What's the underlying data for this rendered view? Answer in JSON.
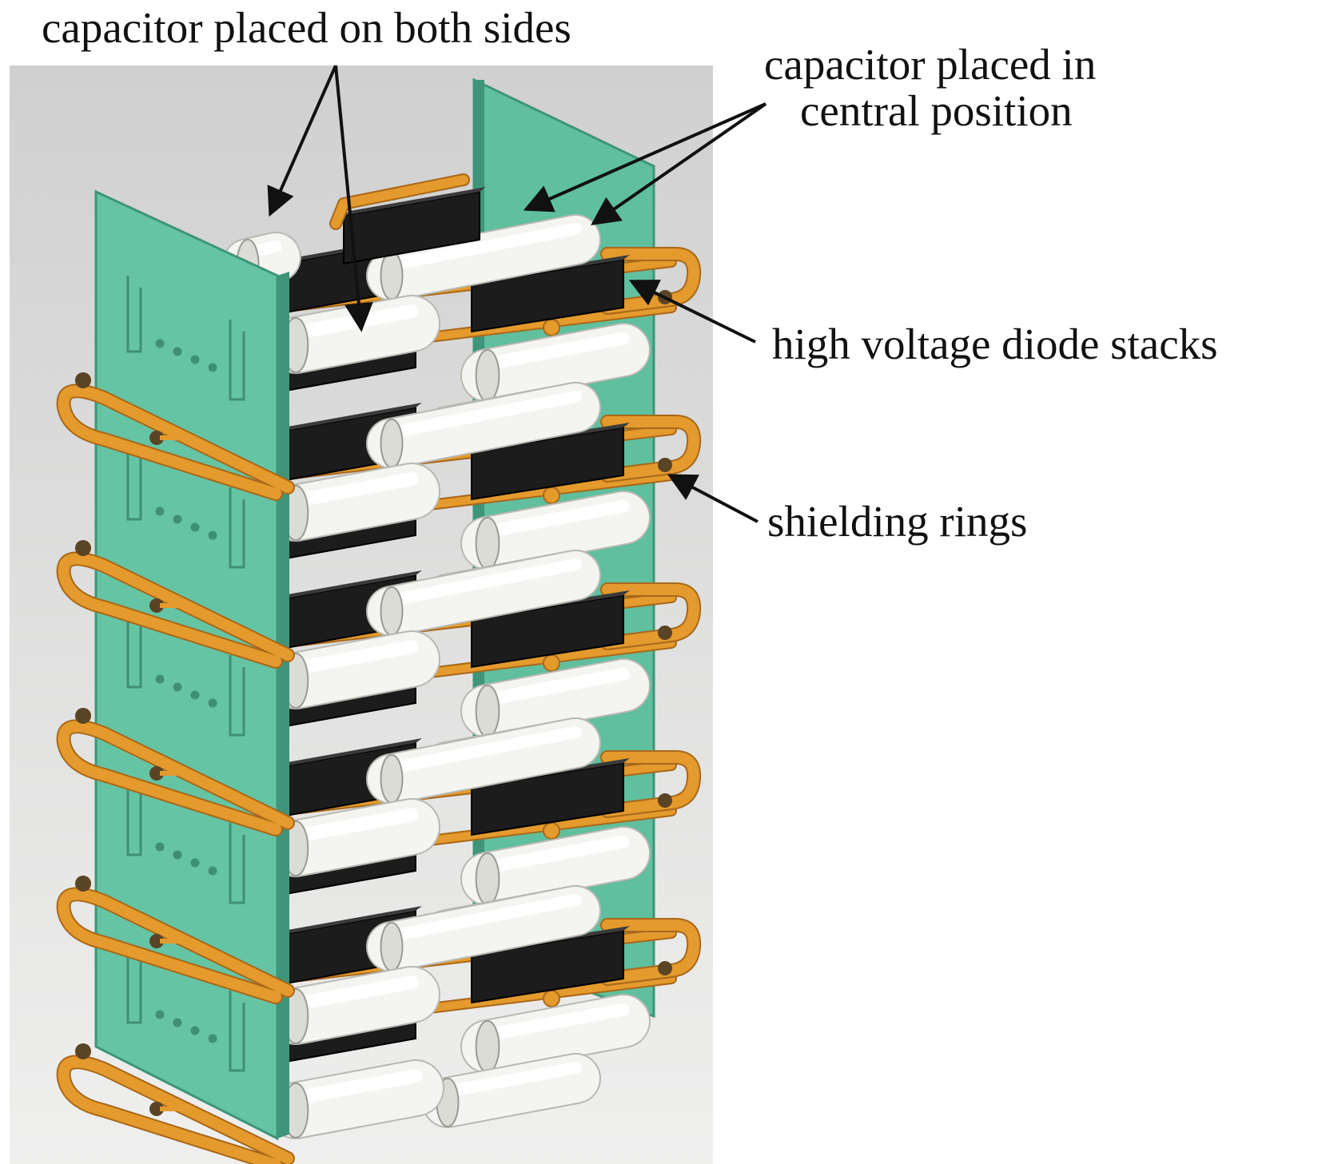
{
  "figure": {
    "labels": {
      "capacitor_both_sides": "capacitor placed on both sides",
      "capacitor_central_line1": "capacitor placed in",
      "capacitor_central_line2": "central position",
      "diode_stacks": "high voltage diode stacks",
      "shielding_rings": "shielding rings"
    },
    "colors": {
      "background": "#e2e3e2",
      "board": "#62c2a2",
      "board_edge": "#3f9a7c",
      "ring": "#e49a2c",
      "diode": "#1c1c1c",
      "capacitor": "#f4f4f1",
      "arrow": "#111111"
    },
    "stages": 5
  }
}
